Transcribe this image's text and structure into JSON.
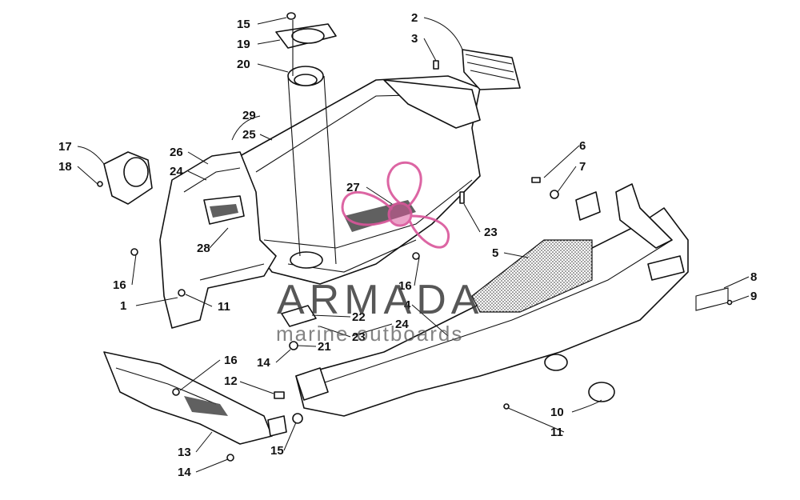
{
  "callouts": [
    {
      "id": "c15a",
      "text": "15"
    },
    {
      "id": "c19",
      "text": "19"
    },
    {
      "id": "c20",
      "text": "20"
    },
    {
      "id": "c2",
      "text": "2"
    },
    {
      "id": "c3",
      "text": "3"
    },
    {
      "id": "c29",
      "text": "29"
    },
    {
      "id": "c25",
      "text": "25"
    },
    {
      "id": "c17",
      "text": "17"
    },
    {
      "id": "c18",
      "text": "18"
    },
    {
      "id": "c26",
      "text": "26"
    },
    {
      "id": "c24a",
      "text": "24"
    },
    {
      "id": "c27",
      "text": "27"
    },
    {
      "id": "c6",
      "text": "6"
    },
    {
      "id": "c7",
      "text": "7"
    },
    {
      "id": "c28",
      "text": "28"
    },
    {
      "id": "c23a",
      "text": "23"
    },
    {
      "id": "c5",
      "text": "5"
    },
    {
      "id": "c16a",
      "text": "16"
    },
    {
      "id": "c16b",
      "text": "16"
    },
    {
      "id": "c1",
      "text": "1"
    },
    {
      "id": "c11a",
      "text": "11"
    },
    {
      "id": "c4",
      "text": "4"
    },
    {
      "id": "c22",
      "text": "22"
    },
    {
      "id": "c23b",
      "text": "23"
    },
    {
      "id": "c24b",
      "text": "24"
    },
    {
      "id": "c21",
      "text": "21"
    },
    {
      "id": "c14a",
      "text": "14"
    },
    {
      "id": "c8",
      "text": "8"
    },
    {
      "id": "c9",
      "text": "9"
    },
    {
      "id": "c16c",
      "text": "16"
    },
    {
      "id": "c12",
      "text": "12"
    },
    {
      "id": "c10",
      "text": "10"
    },
    {
      "id": "c11b",
      "text": "11"
    },
    {
      "id": "c13",
      "text": "13"
    },
    {
      "id": "c15b",
      "text": "15"
    },
    {
      "id": "c14b",
      "text": "14"
    }
  ],
  "watermark": {
    "brand": "ARMADA",
    "tagline": "marine outboards",
    "logo_color": "#d9559a"
  }
}
